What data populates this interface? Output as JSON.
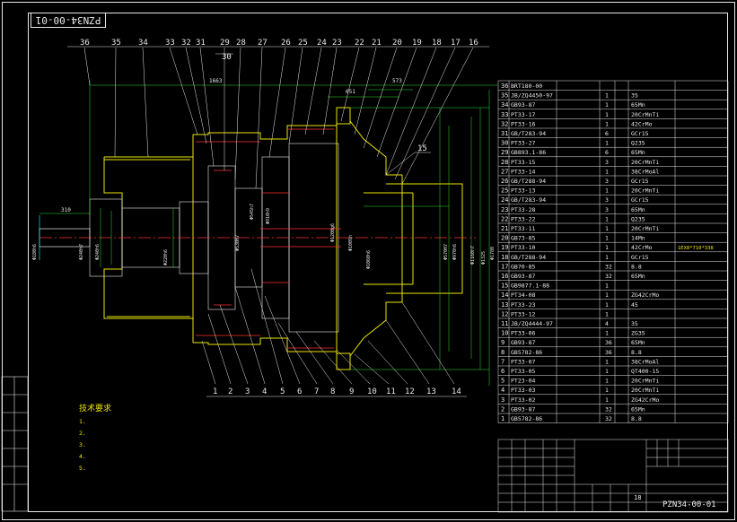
{
  "drawing_number": "PZN34-00-01",
  "title_block": {
    "drawing_code": "PZN34-00-01",
    "sheet_value": "18"
  },
  "balloons_top": [
    "36",
    "35",
    "34",
    "33",
    "32",
    "31",
    "29",
    "28",
    "27",
    "26",
    "25",
    "24",
    "23",
    "22",
    "21",
    "20",
    "19",
    "18",
    "17",
    "16"
  ],
  "balloon_30": "30",
  "balloon_15": "15",
  "balloons_bottom": [
    "1",
    "2",
    "3",
    "4",
    "5",
    "6",
    "7",
    "8",
    "9",
    "10",
    "11",
    "12",
    "13",
    "14"
  ],
  "dimensions": {
    "overall_length": "1663",
    "len_651": "651",
    "len_573": "573",
    "shaft_310": "310"
  },
  "dia_labels_left": [
    "Φ180h6",
    "Φ240h7",
    "Φ240h6"
  ],
  "dia_labels_mid": [
    "Φ220h6",
    "Φ530H7",
    "Φ545h7",
    "Φ910h9",
    "Φ1200g6",
    "Φ1009h"
  ],
  "dia_labels_right": [
    "Φ1060h6",
    "Φ570H7",
    "Φ970h6",
    "Φ1160h7",
    "Φ1325",
    "Φ1780"
  ],
  "bom_rows": [
    {
      "no": "36",
      "code": "BRT180-00"
    },
    {
      "no": "35",
      "code": "JB/ZQ4450-97",
      "qty": "1",
      "mat": "35"
    },
    {
      "no": "34",
      "code": "GB93-87",
      "qty": "1",
      "mat": "65Mn"
    },
    {
      "no": "33",
      "code": "PT33-17",
      "qty": "1",
      "mat": "20CrMnTi"
    },
    {
      "no": "32",
      "code": "PT33-16",
      "qty": "1",
      "mat": "42CrMo"
    },
    {
      "no": "31",
      "code": "GB/T283-94",
      "qty": "6",
      "mat": "GCr15"
    },
    {
      "no": "30",
      "code": "PT33-27",
      "qty": "1",
      "mat": "Q235"
    },
    {
      "no": "29",
      "code": "GB893.1-86",
      "qty": "6",
      "mat": "65Mn"
    },
    {
      "no": "28",
      "code": "PT33-15",
      "qty": "3",
      "mat": "20CrMnTi"
    },
    {
      "no": "27",
      "code": "PT33-14",
      "qty": "1",
      "mat": "38CrMoAl"
    },
    {
      "no": "26",
      "code": "GB/T288-94",
      "qty": "3",
      "mat": "GCr15"
    },
    {
      "no": "25",
      "code": "PT33-13",
      "qty": "1",
      "mat": "20CrMnTi"
    },
    {
      "no": "24",
      "code": "GB/T283-94",
      "qty": "3",
      "mat": "GCr15"
    },
    {
      "no": "23",
      "code": "PT33-28",
      "qty": "3",
      "mat": "65Mn"
    },
    {
      "no": "22",
      "code": "PT33-22",
      "qty": "1",
      "mat": "Q235"
    },
    {
      "no": "21",
      "code": "PT33-11",
      "qty": "1",
      "mat": "20CrMnTi"
    },
    {
      "no": "20",
      "code": "GB73-85",
      "qty": "1",
      "mat": "14Mn"
    },
    {
      "no": "19",
      "code": "PT33-10",
      "qty": "1",
      "mat": "42CrMo"
    },
    {
      "no": "18",
      "code": "GB/T288-94",
      "qty": "1",
      "mat": "GCr15"
    },
    {
      "no": "17",
      "code": "GB70-85",
      "qty": "32",
      "mat": "8.8"
    },
    {
      "no": "16",
      "code": "GB93-87",
      "qty": "32",
      "mat": "65Mn"
    },
    {
      "no": "15",
      "code": "GB9877.1-88",
      "qty": "1",
      "mat": ""
    },
    {
      "no": "14",
      "code": "PT34-08",
      "qty": "1",
      "mat": "ZG42CrMo"
    },
    {
      "no": "13",
      "code": "PT33-23",
      "qty": "1",
      "mat": "45"
    },
    {
      "no": "12",
      "code": "PT33-12",
      "qty": "1",
      "mat": ""
    },
    {
      "no": "11",
      "code": "JB/ZQ4444-97",
      "qty": "4",
      "mat": "35"
    },
    {
      "no": "10",
      "code": "PT33-06",
      "qty": "1",
      "mat": "ZG35"
    },
    {
      "no": "9",
      "code": "GB93-87",
      "qty": "36",
      "mat": "65Mn"
    },
    {
      "no": "8",
      "code": "GB5782-86",
      "qty": "36",
      "mat": "8.8"
    },
    {
      "no": "7",
      "code": "PT33-07",
      "qty": "1",
      "mat": "38CrMoAl"
    },
    {
      "no": "6",
      "code": "PT33-05",
      "qty": "1",
      "mat": "QT400-15"
    },
    {
      "no": "5",
      "code": "PT23-04",
      "qty": "1",
      "mat": "20CrMnTi"
    },
    {
      "no": "4",
      "code": "PT33-03",
      "qty": "1",
      "mat": "20CrMnTi"
    },
    {
      "no": "3",
      "code": "PT33-02",
      "qty": "1",
      "mat": "ZG42CrMo"
    },
    {
      "no": "2",
      "code": "GB93-87",
      "qty": "32",
      "mat": "65Mn"
    },
    {
      "no": "1",
      "code": "GB5782-86",
      "qty": "32",
      "mat": "8.8"
    }
  ],
  "bom_right_notes": [
    "1EX8*710*338"
  ],
  "tech_requirements": {
    "title": "技术要求",
    "lines": [
      "1.",
      "2.",
      "3.",
      "4.",
      "5."
    ]
  }
}
